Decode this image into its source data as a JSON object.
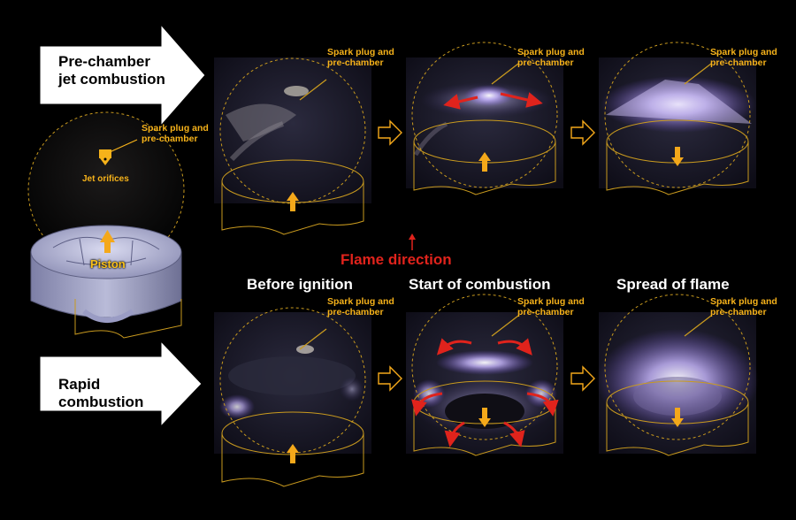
{
  "rows": {
    "top_label": "Pre-chamber jet combustion",
    "bottom_label": "Rapid combustion"
  },
  "stages": {
    "before": "Before ignition",
    "start": "Start of combustion",
    "spread": "Spread of flame"
  },
  "callouts": {
    "spark_plug": "Spark plug and pre-chamber",
    "jet_orifices": "Jet orifices",
    "piston": "Piston",
    "flame_direction": "Flame direction"
  },
  "colors": {
    "background": "#000000",
    "guide_lines": "#c99a1e",
    "piston_arrow": "#f4a81a",
    "flame_arrow": "#e0231c",
    "flame_glow": "#b7a2ff"
  }
}
